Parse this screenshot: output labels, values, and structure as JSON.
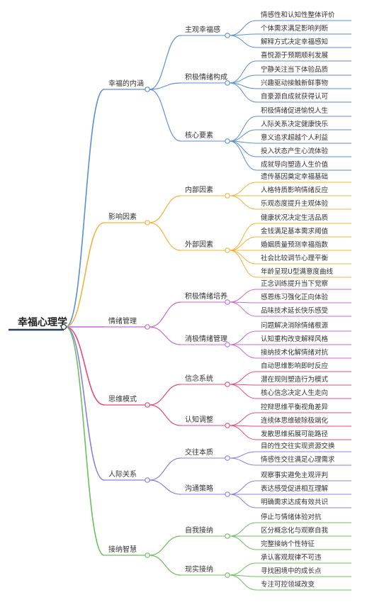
{
  "root": "幸福心理学",
  "branches": [
    {
      "label": "幸福的内涵",
      "color": "#5b8fd6",
      "groups": [
        {
          "label": "主观幸福感",
          "items": [
            "情感性和认知性整体评价",
            "个体需求满足影响判断",
            "解释方式决定幸福感知"
          ]
        },
        {
          "label": "积极情绪构成",
          "items": [
            "喜悦源于预期顺利发展",
            "宁静关注当下体验品质",
            "兴趣驱动接触新鲜事物",
            "自豪源自成就获得认可"
          ]
        },
        {
          "label": "核心要素",
          "items": [
            "积极情绪促进愉悦人生",
            "人际关系决定健康快乐",
            "意义追求超越个人利益",
            "投入状态产生心流体验",
            "成就导向塑造人生价值"
          ]
        }
      ]
    },
    {
      "label": "影响因素",
      "color": "#f0b43a",
      "groups": [
        {
          "label": "内部因素",
          "items": [
            "遗传基因奠定幸福基础",
            "人格特质影响情绪反应",
            "乐观态度提升主观体验"
          ]
        },
        {
          "label": "外部因素",
          "items": [
            "健康状况决定生活品质",
            "金钱满足基本需求阈值",
            "婚姻质量预测幸福指数",
            "社会比较调节心理平衡",
            "年龄呈现U型满意度曲线"
          ]
        }
      ]
    },
    {
      "label": "情绪管理",
      "color": "#c86ad2",
      "groups": [
        {
          "label": "积极情绪培养",
          "items": [
            "正念训练提升当下觉察",
            "感恩练习强化正向体验",
            "品味技术延长快乐感受"
          ]
        },
        {
          "label": "消极情绪管理",
          "items": [
            "问题解决消除情绪根源",
            "认知重构改变解释风格",
            "接纳技术化解情绪对抗"
          ]
        }
      ]
    },
    {
      "label": "思维模式",
      "color": "#e7497e",
      "groups": [
        {
          "label": "信念系统",
          "items": [
            "自动思维影响即时反应",
            "潜在规则塑造行为模式",
            "核心信念决定人生走向"
          ]
        },
        {
          "label": "认知调整",
          "items": [
            "控辩思维平衡视角差异",
            "连续体思维破除极端化",
            "发散思维拓展可能路径"
          ]
        }
      ]
    },
    {
      "label": "人际关系",
      "color": "#8c7fe0",
      "groups": [
        {
          "label": "交往本质",
          "items": [
            "目的性交往实现资源交换",
            "情感性交往满足心理需求"
          ]
        },
        {
          "label": "沟通策略",
          "items": [
            "观察事实避免主观评判",
            "表达感受促进相互理解",
            "明确需求达成有效共识"
          ]
        }
      ]
    },
    {
      "label": "接纳智慧",
      "color": "#6cc05c",
      "groups": [
        {
          "label": "自我接纳",
          "items": [
            "停止与情绪体验对抗",
            "区分概念化与观察自我",
            "完整接纳个性特征"
          ]
        },
        {
          "label": "现实接纳",
          "items": [
            "承认客观规律不可违",
            "寻找困境中的成长点",
            "专注可控领域改变"
          ]
        }
      ]
    }
  ]
}
